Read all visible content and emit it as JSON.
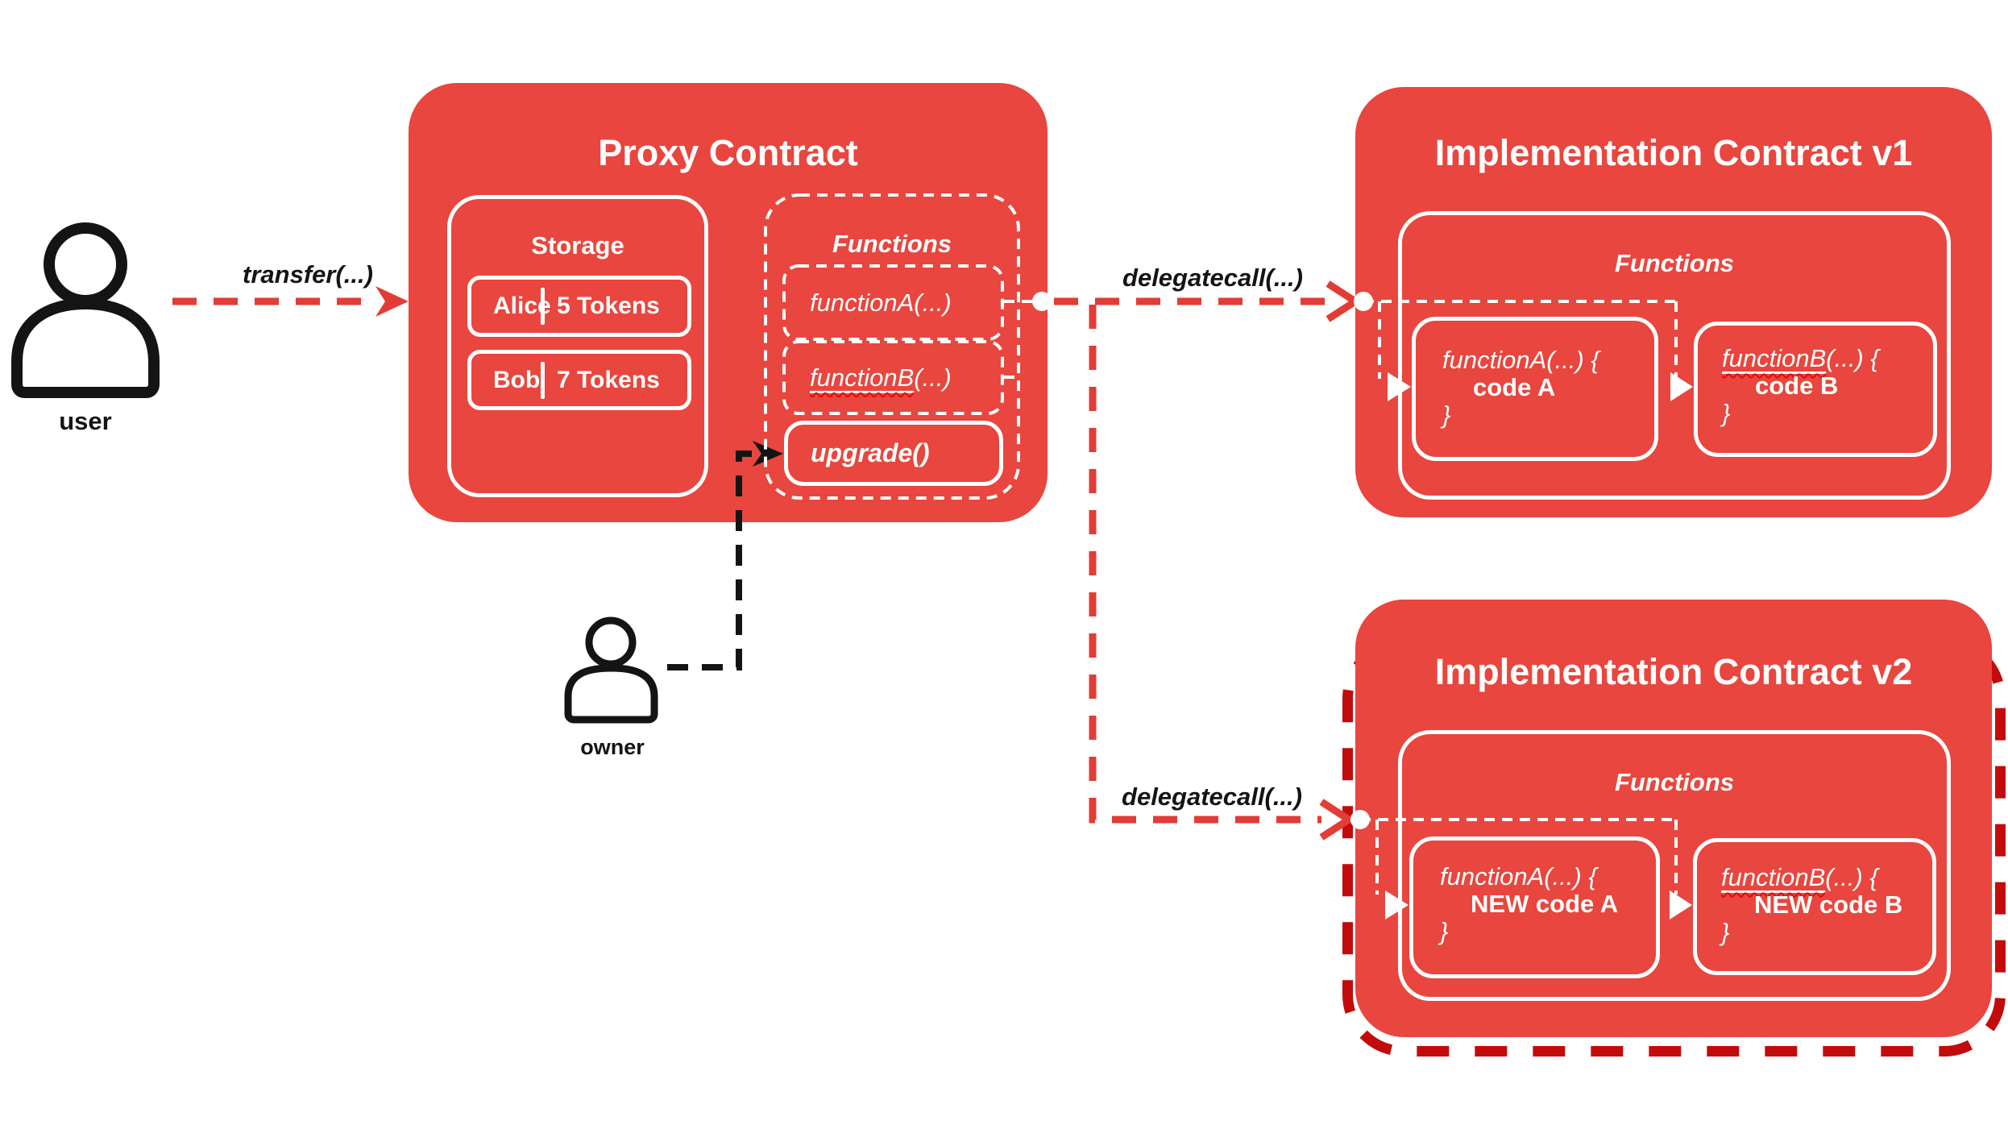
{
  "colors": {
    "box_red": "#e8463e",
    "line_red": "#e23c36",
    "dark_red": "#c30b0b",
    "squiggle_red": "#e00b0b",
    "ink": "#141414",
    "paper": "#ffffff"
  },
  "actors": {
    "user": {
      "label": "user",
      "icon": "person-icon"
    },
    "owner": {
      "label": "owner",
      "icon": "person-icon"
    }
  },
  "edges": {
    "transfer_label": "transfer(...)",
    "delegatecall_v1_label": "delegatecall(...)",
    "delegatecall_v2_label": "delegatecall(...)"
  },
  "proxy": {
    "title": "Proxy Contract",
    "storage": {
      "title": "Storage",
      "rows": [
        {
          "name": "Alice",
          "tokens": "5 Tokens"
        },
        {
          "name": "Bob",
          "tokens": "7 Tokens"
        }
      ]
    },
    "functions": {
      "title": "Functions",
      "fnA_label": "functionA(...)",
      "fnB_name": "functionB",
      "fnB_suffix": "(...)",
      "upgrade_label": "upgrade()"
    }
  },
  "impl_v1": {
    "title": "Implementation Contract v1",
    "functions_title": "Functions",
    "fnA": {
      "signature": "functionA(...) {",
      "body": "code A",
      "close": "}"
    },
    "fnB": {
      "name": "functionB",
      "suffix": "(...) {",
      "body": "code B",
      "close": "}"
    }
  },
  "impl_v2": {
    "title": "Implementation Contract v2",
    "functions_title": "Functions",
    "fnA": {
      "signature": "functionA(...) {",
      "body": "NEW code A",
      "close": "}"
    },
    "fnB": {
      "name": "functionB",
      "suffix": "(...) {",
      "body": "NEW code B",
      "close": "}"
    }
  }
}
